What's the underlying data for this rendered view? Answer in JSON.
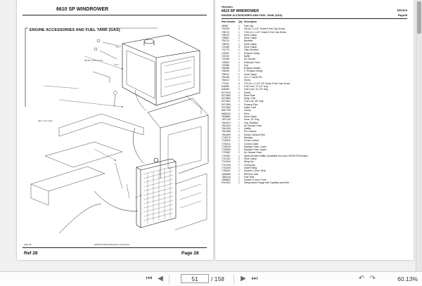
{
  "left_page": {
    "title": "6610 SP WINDROWER",
    "section_title": "ENGINE ACCESSORIES AND FUEL TANK (GAS)",
    "footer_left": "Page 28",
    "footer_center": "HESSTON 6610 Windrower Continental",
    "ref_label": "Ref 28",
    "page_label": "Page 28",
    "callouts": {
      "note_top": "5/8-18 x 3/4 L.H. P.S.",
      "note_bottom": "3/8 x 1 1/4 L.P.S."
    }
  },
  "right_page": {
    "brand": "Hesston",
    "title": "6610 SP WINDROWER",
    "subtitle": "ENGINE ACCESSORIES AND FUEL TANK (GAS)",
    "doc_number": "3001515",
    "page_ref": "Page28",
    "headers": {
      "part": "Part Number",
      "qty": "Qty",
      "desc": "Description"
    },
    "parts": [
      {
        "part": "45066",
        "qty": "1",
        "desc": "Fuel Cap"
      },
      {
        "part": "702035",
        "qty": "3",
        "desc": "3/8-16 x 1-1/4\" Grade 5 Hex Cap Screw"
      },
      {
        "part": "705274",
        "qty": "1",
        "desc": "7/16-14 x 1-1/2\" Grade 5 Hex Cap Screw"
      },
      {
        "part": "706219",
        "qty": "2",
        "desc": "Hose Clamp"
      },
      {
        "part": "706661",
        "qty": "2",
        "desc": "Hose Clamp"
      },
      {
        "part": "706714",
        "qty": "1",
        "desc": "Breather"
      },
      {
        "part": "706576",
        "qty": "1",
        "desc": "Hose Clamp"
      },
      {
        "part": "721365",
        "qty": "3",
        "desc": "Hose Clamp"
      },
      {
        "part": "721779",
        "qty": "1",
        "desc": "Filter Element"
      },
      {
        "part": "722051",
        "qty": "1",
        "desc": "Exhaust Clamp"
      },
      {
        "part": "722215",
        "qty": "1",
        "desc": "Baffle"
      },
      {
        "part": "722256",
        "qty": "1",
        "desc": "Air Cleaner"
      },
      {
        "part": "722553",
        "qty": "1",
        "desc": "Extension Tube"
      },
      {
        "part": "731366",
        "qty": "1",
        "desc": "Cup"
      },
      {
        "part": "754086",
        "qty": "1",
        "desc": "Exhaust Gasket"
      },
      {
        "part": "756349",
        "qty": "2",
        "desc": "2\" Exhaust Clamp"
      },
      {
        "part": "758751",
        "qty": "1",
        "desc": "Hose Clamp"
      },
      {
        "part": "763136",
        "qty": "1",
        "desc": "16 x 1\" Clevis Pin"
      },
      {
        "part": "766212",
        "qty": "1",
        "desc": "Clevis"
      },
      {
        "part": "771311",
        "qty": "4",
        "desc": "7/16-20 x 1-1/4\" HF Grade 5 Hex Cap Screw"
      },
      {
        "part": "844480",
        "qty": "1",
        "desc": "Fuel Liner, 72-1/2\" long"
      },
      {
        "part": "844489",
        "qty": "2",
        "desc": "Fuel Liner, 31-1/2\" long"
      },
      {
        "part": "6271876",
        "qty": "1",
        "desc": "Shield"
      },
      {
        "part": "6271880",
        "qty": "1",
        "desc": "Rear Plate"
      },
      {
        "part": "6271884",
        "qty": "2",
        "desc": "Strap, Fuel"
      },
      {
        "part": "6271551",
        "qty": "1",
        "desc": "Fuel Line, 28\" long"
      },
      {
        "part": "6271969",
        "qty": "1",
        "desc": "Exhaust Pipe"
      },
      {
        "part": "6272462",
        "qty": "1",
        "desc": "Intake Tube"
      },
      {
        "part": "6537799",
        "qty": "1",
        "desc": "Clamp"
      },
      {
        "part": "6568240",
        "qty": "1",
        "desc": "Shim"
      },
      {
        "part": "7608881",
        "qty": "2",
        "desc": "Hose Clamp"
      },
      {
        "part": "7637139",
        "qty": "1",
        "desc": "Hose, 15\" long"
      },
      {
        "part": "7641972",
        "qty": "1",
        "desc": "Cap, Radiator"
      },
      {
        "part": "7641304",
        "qty": "1",
        "desc": "Air Cleaner Hose"
      },
      {
        "part": "7641305",
        "qty": "1",
        "desc": "Muffler"
      },
      {
        "part": "7641365",
        "qty": "1",
        "desc": "Pre-Cleaner"
      },
      {
        "part": "7641699",
        "qty": "1",
        "desc": "Elbow, Exhaust Pipe"
      },
      {
        "part": "7726279",
        "qty": "1",
        "desc": "Radiator"
      },
      {
        "part": "7726303",
        "qty": "1",
        "desc": "Choke Control"
      },
      {
        "part": "7726311",
        "qty": "1",
        "desc": "Control Cable"
      },
      {
        "part": "7726378",
        "qty": "1",
        "desc": "Radiator Hose, Lower"
      },
      {
        "part": "7726380",
        "qty": "1",
        "desc": "Radiator Hose, Upper"
      },
      {
        "part": "7723967",
        "qty": "1",
        "desc": "Air Cleaner Hose"
      },
      {
        "part": "7742387",
        "qty": "1",
        "desc": "Spark Arrester Muffler (Available from your HESSTON Dealer)"
      },
      {
        "part": "7741119",
        "qty": "2",
        "desc": "Hose Clamp"
      },
      {
        "part": "7741094",
        "qty": "1",
        "desc": "Wing Nut"
      },
      {
        "part": "7741226",
        "qty": "1",
        "desc": "Clamp Asy."
      },
      {
        "part": "7744493",
        "qty": "1",
        "desc": "Insert Fitting"
      },
      {
        "part": "7765441",
        "qty": "1",
        "desc": "Double U-Joint, Rear"
      },
      {
        "part": "7845968",
        "qty": "1",
        "desc": "Bell End Joint"
      },
      {
        "part": "7848128",
        "qty": "1",
        "desc": "Fuel Tank"
      },
      {
        "part": "7895681",
        "qty": "1",
        "desc": "Double U-Joint, Front"
      },
      {
        "part": "8741521",
        "qty": "1",
        "desc": "Temperature Gauge with Capillary and Bulb"
      }
    ]
  },
  "toolbar": {
    "current_page": "51",
    "total_pages": "/ 158",
    "zoom": "60.13%",
    "icons": [
      "first-page-icon",
      "prev-page-icon",
      "next-page-icon",
      "last-page-icon",
      "rotate-left-icon",
      "rotate-right-icon"
    ]
  }
}
